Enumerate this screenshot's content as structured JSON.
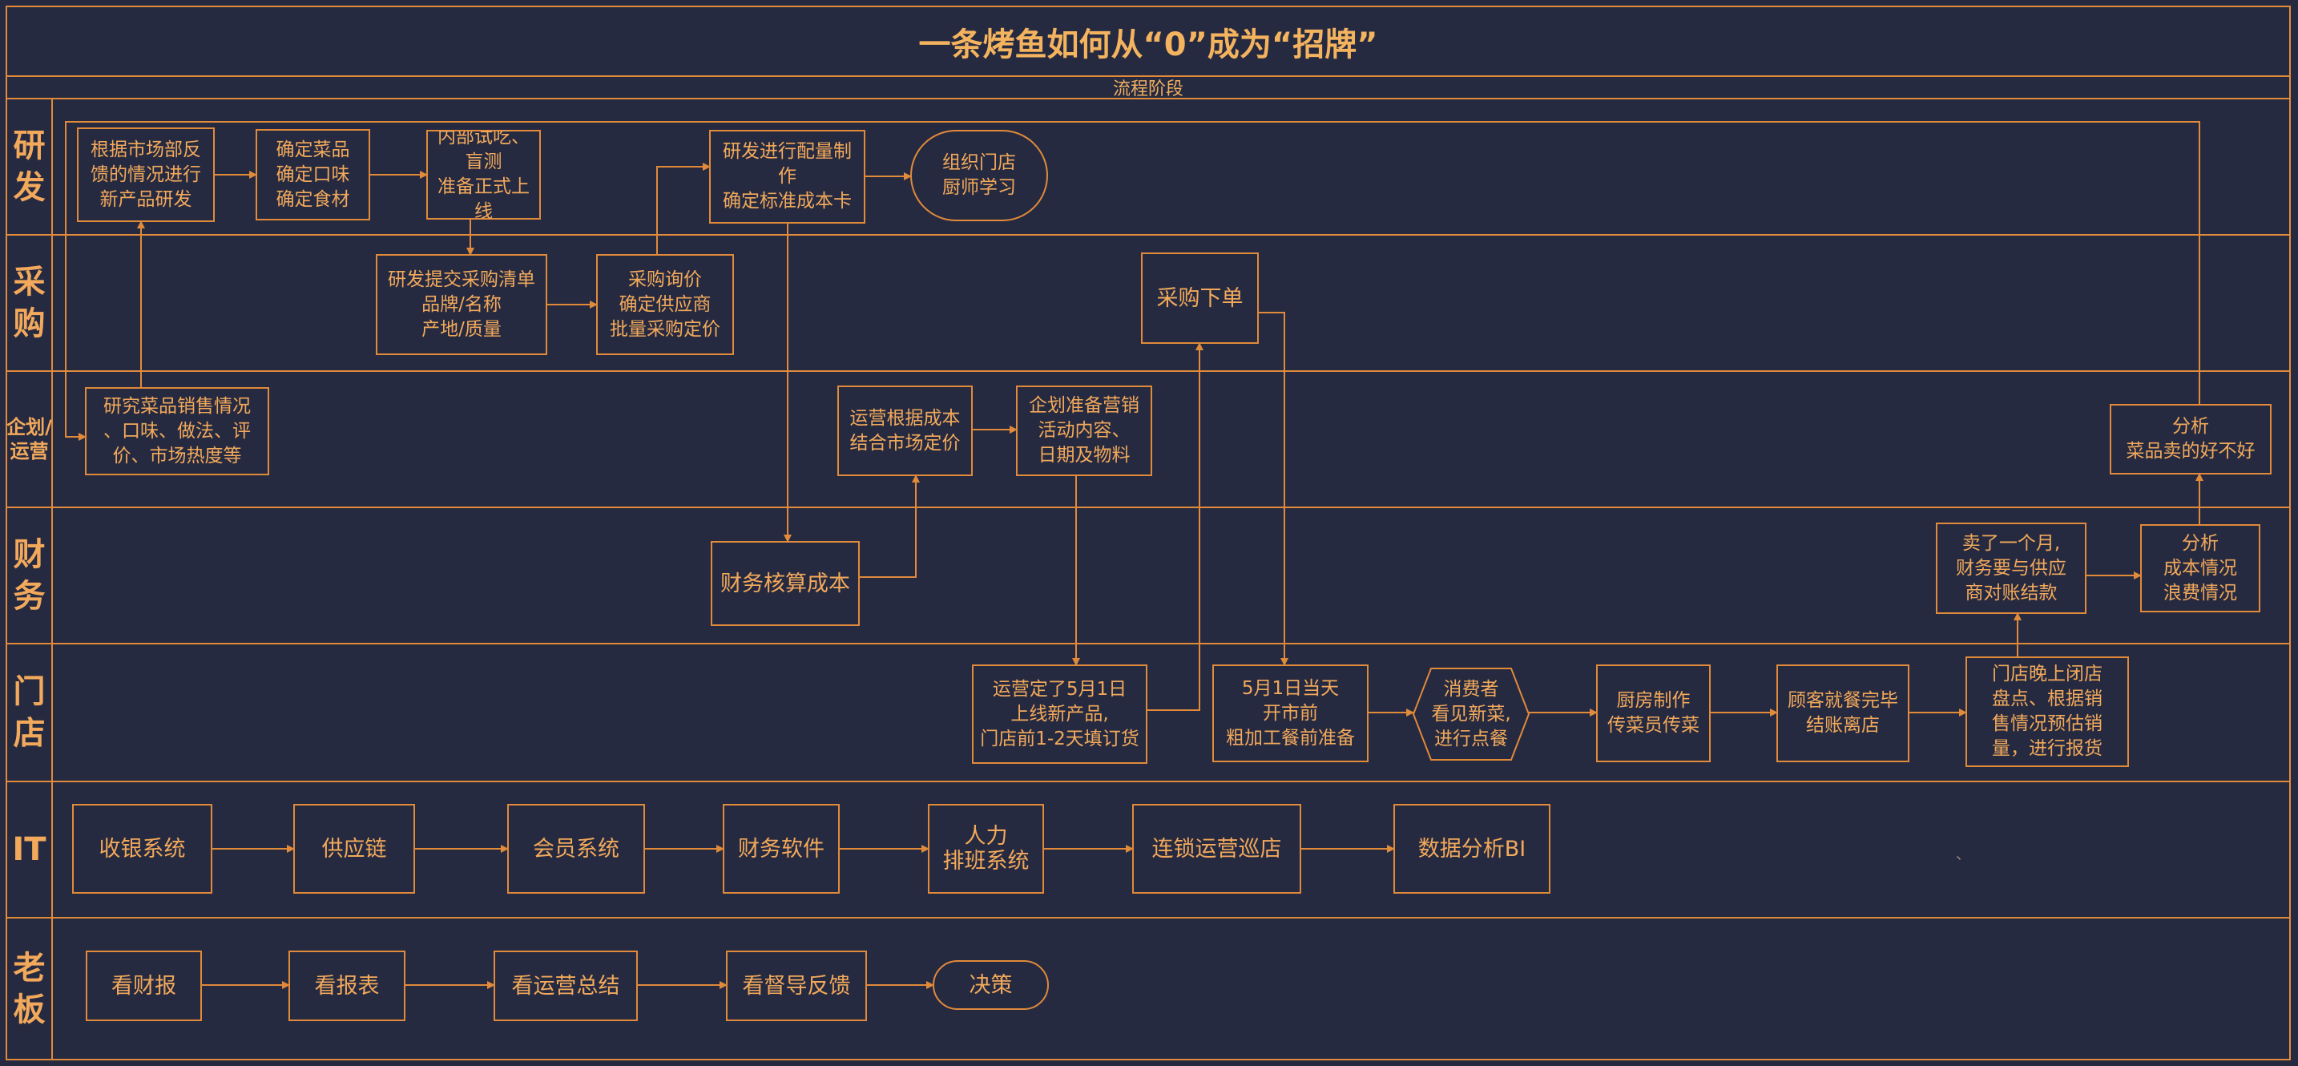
{
  "title": "一条烤鱼如何从“0”成为“招牌”",
  "subtitle": "流程阶段",
  "colors": {
    "background": "#262a41",
    "line": "#e08a3a",
    "text": "#f2a95b"
  },
  "lanes": [
    {
      "id": "rd",
      "label": "研发"
    },
    {
      "id": "purchase",
      "label": "采购"
    },
    {
      "id": "ops",
      "label": "企划/运营"
    },
    {
      "id": "finance",
      "label": "财务"
    },
    {
      "id": "store",
      "label": "门店"
    },
    {
      "id": "it",
      "label": "IT"
    },
    {
      "id": "boss",
      "label": "老板"
    }
  ],
  "nodes": [
    {
      "id": "rd1",
      "text": "根据市场部反\n馈的情况进行\n新产品研发"
    },
    {
      "id": "rd2",
      "text": "确定菜品\n确定口味\n确定食材"
    },
    {
      "id": "rd3",
      "text": "内部试吃、\n盲测\n准备正式上线"
    },
    {
      "id": "rd4",
      "text": "研发进行配量制作\n确定标准成本卡"
    },
    {
      "id": "rd5",
      "text": "组织门店\n厨师学习"
    },
    {
      "id": "pu1",
      "text": "研发提交采购清单\n品牌/名称\n产地/质量"
    },
    {
      "id": "pu2",
      "text": "采购询价\n确定供应商\n批量采购定价"
    },
    {
      "id": "pu3",
      "text": "采购下单"
    },
    {
      "id": "op1",
      "text": "研究菜品销售情况\n、口味、做法、评\n价、市场热度等"
    },
    {
      "id": "op2",
      "text": "运营根据成本\n结合市场定价"
    },
    {
      "id": "op3",
      "text": "企划准备营销\n活动内容、\n日期及物料"
    },
    {
      "id": "op4",
      "text": "分析\n菜品卖的好不好"
    },
    {
      "id": "fi1",
      "text": "财务核算成本"
    },
    {
      "id": "fi2",
      "text": "卖了一个月,\n财务要与供应\n商对账结款"
    },
    {
      "id": "fi3",
      "text": "分析\n成本情况\n浪费情况"
    },
    {
      "id": "st1",
      "text": "运营定了5月1日\n上线新产品,\n门店前1-2天填订货"
    },
    {
      "id": "st2",
      "text": "5月1日当天\n开市前\n粗加工餐前准备"
    },
    {
      "id": "st3",
      "text": "消费者\n看见新菜,\n进行点餐"
    },
    {
      "id": "st4",
      "text": "厨房制作\n传菜员传菜"
    },
    {
      "id": "st5",
      "text": "顾客就餐完毕\n结账离店"
    },
    {
      "id": "st6",
      "text": "门店晚上闭店\n盘点、根据销\n售情况预估销\n量，进行报货"
    },
    {
      "id": "it1",
      "text": "收银系统"
    },
    {
      "id": "it2",
      "text": "供应链"
    },
    {
      "id": "it3",
      "text": "会员系统"
    },
    {
      "id": "it4",
      "text": "财务软件"
    },
    {
      "id": "it5",
      "text": "人力\n排班系统"
    },
    {
      "id": "it6",
      "text": "连锁运营巡店"
    },
    {
      "id": "it7",
      "text": "数据分析BI"
    },
    {
      "id": "bo1",
      "text": "看财报"
    },
    {
      "id": "bo2",
      "text": "看报表"
    },
    {
      "id": "bo3",
      "text": "看运营总结"
    },
    {
      "id": "bo4",
      "text": "看督导反馈"
    },
    {
      "id": "bo5",
      "text": "决策"
    }
  ],
  "stray_mark": "、"
}
